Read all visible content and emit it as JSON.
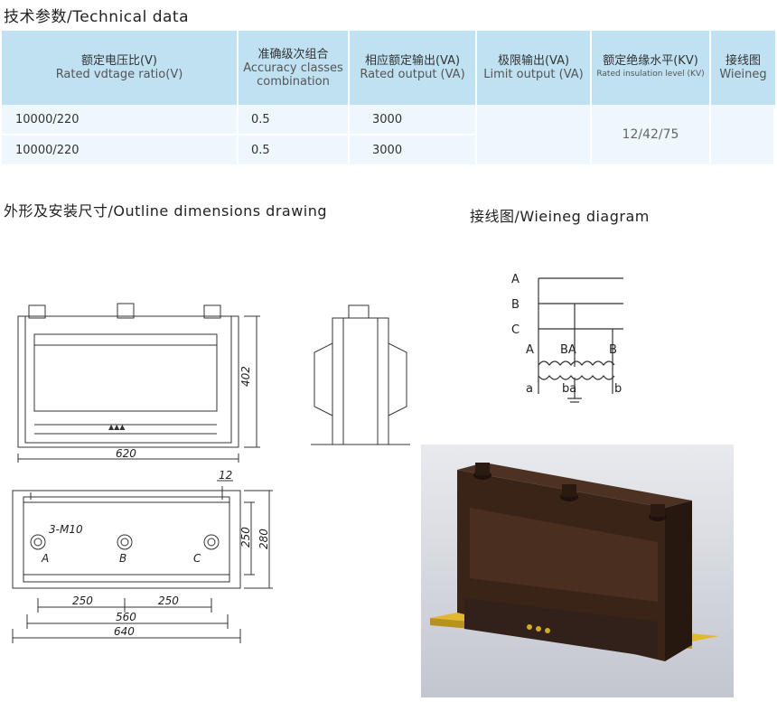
{
  "header": {
    "title": "技术参数/Technical data"
  },
  "spec_table": {
    "columns": [
      {
        "zh": "额定电压比(V)",
        "en": "Rated vdtage ratio(V)"
      },
      {
        "zh": "准确级次组合",
        "en": "Accuracy classes combination"
      },
      {
        "zh": "相应额定输出(VA)",
        "en": "Rated output (VA)"
      },
      {
        "zh": "极限输出(VA)",
        "en": "Limit output (VA)"
      },
      {
        "zh": "额定绝缘水平(KV)",
        "en": "Rated insulation level (KV)"
      },
      {
        "zh": "接线图",
        "en": "Wieineg"
      }
    ],
    "rows": [
      {
        "ratio": "10000/220",
        "accuracy": "0.5",
        "output": "3000"
      },
      {
        "ratio": "10000/220",
        "accuracy": "0.5",
        "output": "3000"
      }
    ],
    "insulation_level": "12/42/75"
  },
  "outline": {
    "title": "外形及安装尺寸/Outline dimensions drawing",
    "dims": {
      "width_front": "620",
      "height": "402",
      "base_width": "640",
      "hole_span": "560",
      "pitch_left": "250",
      "pitch_right": "250",
      "depth_inner": "250",
      "depth_outer": "280",
      "flange": "12"
    },
    "bolt_label": "3-M10",
    "terminal_labels": [
      "A",
      "B",
      "C"
    ]
  },
  "wiring": {
    "title": "接线图/Wieineg diagram",
    "bus_labels": [
      "A",
      "B",
      "C"
    ],
    "primary_labels": [
      "A",
      "BA",
      "B"
    ],
    "secondary_labels": [
      "a",
      "ba",
      "b"
    ]
  },
  "colors": {
    "header_bg": "#bfe1f2",
    "row_bg": "#eef7fb",
    "body_brown": "#3a2418",
    "base_yellow": "#d4a82a"
  }
}
